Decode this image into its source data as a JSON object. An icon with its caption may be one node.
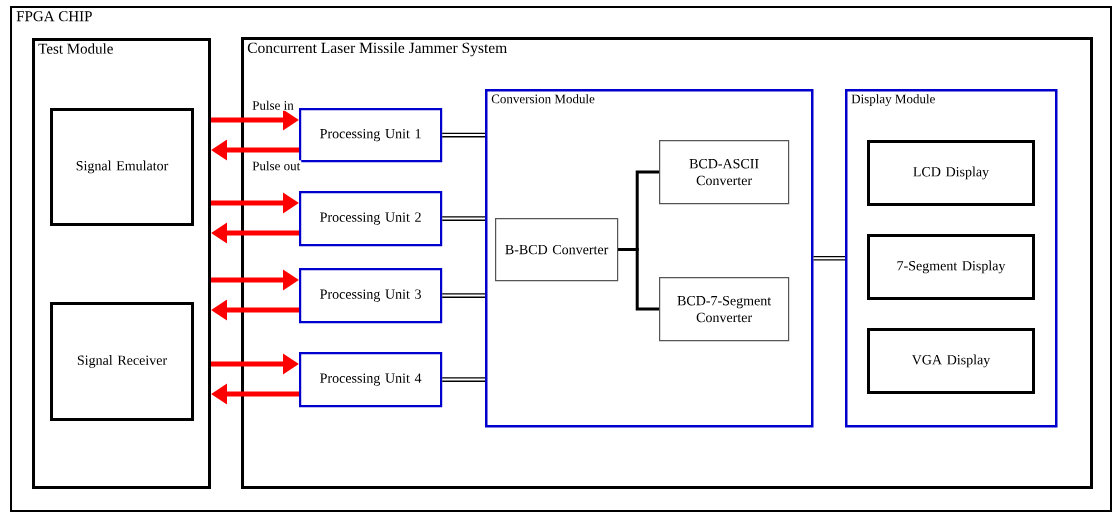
{
  "diagram": {
    "nodes": [
      {
        "text": [
          "FPGA CHIP"
        ]
      },
      {
        "text": [
          "Test Module"
        ],
        "in": 0
      },
      {
        "text": [
          "Signal Emulator"
        ],
        "in": 1
      },
      {
        "text": [
          "Signal Receiver"
        ],
        "in": 1
      },
      {
        "text": [
          "Concurrent Laser Missile Jammer System"
        ],
        "in": 0
      },
      {
        "text": [
          "Processing Unit 1"
        ],
        "in": 4
      },
      {
        "text": [
          "Processing Unit 2"
        ],
        "in": 4
      },
      {
        "text": [
          "Processing Unit 3"
        ],
        "in": 4
      },
      {
        "text": [
          "Processing Unit 4"
        ],
        "in": 4
      },
      {
        "text": [
          "Conversion Module"
        ],
        "in": 4
      },
      {
        "text": [
          "B-BCD Converter"
        ],
        "in": 9
      },
      {
        "text": [
          "BCD-ASCII Converter"
        ],
        "in": 9
      },
      {
        "text": [
          "BCD-7-Segment Converter"
        ],
        "in": 9
      },
      {
        "text": [
          "Display Module"
        ],
        "in": 4
      },
      {
        "text": [
          "LCD Display"
        ],
        "in": 13
      },
      {
        "text": [
          "7-Segment Display"
        ],
        "in": 13
      },
      {
        "text": [
          "VGA Display"
        ],
        "in": 13
      }
    ],
    "edges": [
      {
        "from": 1,
        "to": 5,
        "arrow": "to",
        "label": "Pulse in"
      },
      {
        "from": 5,
        "to": 1,
        "arrow": "to",
        "label": "Pulse out"
      },
      {
        "from": 1,
        "to": 6,
        "arrow": "to"
      },
      {
        "from": 6,
        "to": 1,
        "arrow": "to"
      },
      {
        "from": 1,
        "to": 7,
        "arrow": "to"
      },
      {
        "from": 7,
        "to": 1,
        "arrow": "to"
      },
      {
        "from": 1,
        "to": 8,
        "arrow": "to"
      },
      {
        "from": 8,
        "to": 1,
        "arrow": "to"
      },
      {
        "from": 5,
        "to": 9,
        "arrow": "none",
        "color": "#000000"
      },
      {
        "from": 6,
        "to": 9,
        "arrow": "none",
        "color": "#000000"
      },
      {
        "from": 7,
        "to": 9,
        "arrow": "none",
        "color": "#000000"
      },
      {
        "from": 8,
        "to": 9,
        "arrow": "none",
        "color": "#000000"
      },
      {
        "from": 10,
        "to": 11,
        "arrow": "none",
        "color": "#000000"
      },
      {
        "from": 10,
        "to": 12,
        "arrow": "none",
        "color": "#000000"
      },
      {
        "from": 9,
        "to": 13,
        "arrow": "none",
        "color": "#000000"
      }
    ]
  }
}
